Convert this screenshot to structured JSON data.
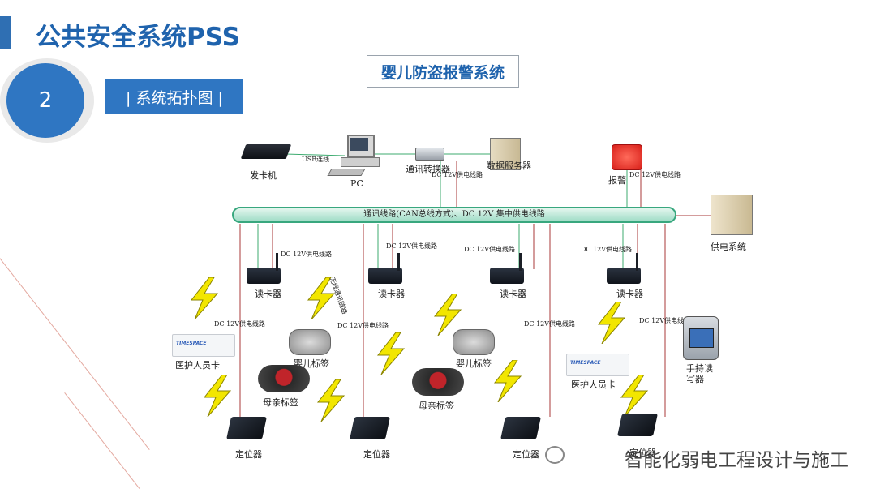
{
  "header": {
    "title": "公共安全系统PSS",
    "step_number": "2",
    "section_label": "| 系统拓扑图 |"
  },
  "diagram": {
    "title": "婴儿防盗报警系统",
    "bus_label": "通讯线路(CAN总线方式)、DC 12V 集中供电线路",
    "top_devices": {
      "card_issuer": "发卡机",
      "usb_label": "USB连线",
      "pc": "PC",
      "converter": "通讯转换器",
      "server": "数据服务器",
      "converter_power": "DC 12V供电线路",
      "alarm": "报警",
      "alarm_power": "DC 12V供电线路",
      "power_system": "供电系统"
    },
    "readers": [
      {
        "label": "读卡器",
        "power": "DC 12V供电线路"
      },
      {
        "label": "读卡器",
        "power": "DC 12V供电线路"
      },
      {
        "label": "读卡器",
        "power": "DC 12V供电线路"
      },
      {
        "label": "读卡器",
        "power": "DC 12V供电线路"
      }
    ],
    "line_power_labels": [
      "DC 12V供电线路",
      "DC 12V供电线路",
      "DC 12V供电线路",
      "DC 12V供电线路"
    ],
    "tags": {
      "staff_card_1": "医护人员卡",
      "staff_card_2": "医护人员卡",
      "card_brand": "TIMESPACE",
      "baby_tag_1": "婴儿标签",
      "baby_tag_2": "婴儿标签",
      "mother_tag_1": "母亲标签",
      "mother_tag_2": "母亲标签",
      "handheld": "手持读\n写器"
    },
    "wireless_label": "无线通讯链路",
    "locators": [
      "定位器",
      "定位器",
      "定位器",
      "定位器"
    ]
  },
  "footer": {
    "watermark": "智能化弱电工程设计与施工"
  },
  "colors": {
    "brand_blue": "#2f76c2",
    "bus_green": "#38a77e",
    "power_red": "#a83a3a",
    "bolt_yellow": "#f2e600"
  }
}
